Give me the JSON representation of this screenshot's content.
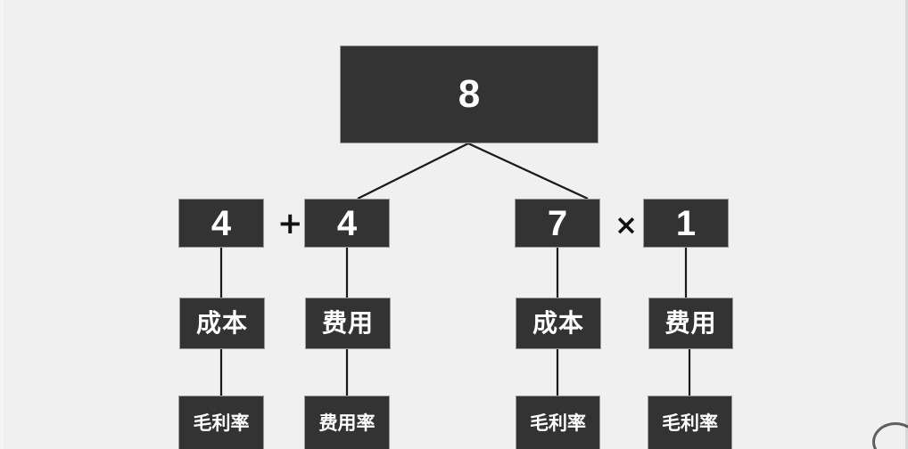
{
  "canvas": {
    "background": "#f0f0f0",
    "node_fill": "#333333",
    "node_border": "#9a9a9a",
    "node_text": "#ffffff",
    "line_color": "#1a1a1a"
  },
  "diagram": {
    "type": "tree",
    "title_label": "",
    "root": {
      "label": "8"
    },
    "operators": [
      {
        "id": "op-plus",
        "symbol": "+"
      },
      {
        "id": "op-times",
        "symbol": "×"
      }
    ],
    "columns": [
      {
        "id": "col-1",
        "value_label": "4",
        "category_label": "成本",
        "metric_label": "毛利率"
      },
      {
        "id": "col-2",
        "value_label": "4",
        "category_label": "费用",
        "metric_label": "费用率"
      },
      {
        "id": "col-3",
        "value_label": "7",
        "category_label": "成本",
        "metric_label": "毛利率"
      },
      {
        "id": "col-4",
        "value_label": "1",
        "category_label": "费用",
        "metric_label": "毛利率"
      }
    ]
  }
}
